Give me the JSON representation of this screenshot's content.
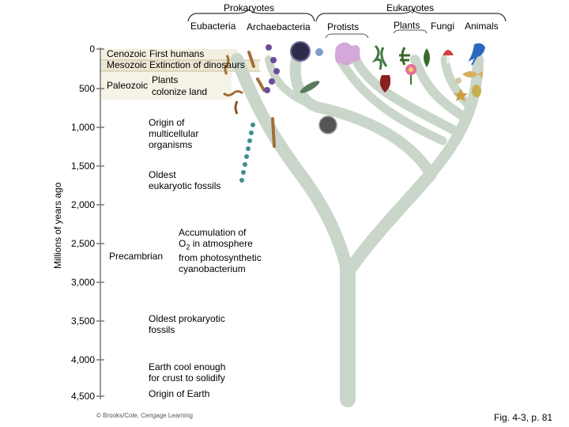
{
  "header": {
    "prokaryotes": "Prokaryotes",
    "eukaryotes": "Eukaryotes",
    "eubacteria": "Eubacteria",
    "archaebacteria": "Archaebacteria",
    "protists": "Protists",
    "plants": "Plants",
    "fungi": "Fungi",
    "animals": "Animals"
  },
  "axis": {
    "label": "Millions of years ago",
    "ticks": [
      "0",
      "500",
      "1,000",
      "1,500",
      "2,000",
      "2,500",
      "3,000",
      "3,500",
      "4,000",
      "4,500"
    ]
  },
  "eras": {
    "cenozoic": "Cenozoic",
    "mesozoic": "Mesozoic",
    "paleozoic": "Paleozoic",
    "precambrian": "Precambrian"
  },
  "events": {
    "first_humans": "First humans",
    "extinction": "Extinction of dinosaurs",
    "plants_line1": "Plants",
    "plants_line2": "colonize land",
    "multicellular": [
      "Origin of",
      "multicellular",
      "organisms"
    ],
    "eukaryotic": [
      "Oldest",
      "eukaryotic fossils"
    ],
    "accum_line1": "Accumulation of",
    "accum_o": "O",
    "accum_sub": "2",
    "accum_rest": " in atmosphere",
    "accum_line3": "from photosynthetic",
    "accum_line4": "cyanobacterium",
    "prokaryotic": [
      "Oldest prokaryotic",
      "fossils"
    ],
    "earth_cool": [
      "Earth cool enough",
      "for crust to solidify"
    ],
    "origin_earth": "Origin of Earth"
  },
  "footer": {
    "figure": "Fig. 4-3, p. 81",
    "credit": "© Brooks/Cole, Cengage Learning"
  },
  "colors": {
    "tree": "#c9d6c9",
    "tree_edge": "#aebfae",
    "band_cenozoic": "#f3efe0",
    "band_mesozoic": "#ece7d2",
    "band_paleozoic": "#f5f2e6",
    "bacteria_brown": "#a0703a",
    "archaea_purple": "#6a4c9c",
    "cyano_teal": "#3f8f8f"
  }
}
